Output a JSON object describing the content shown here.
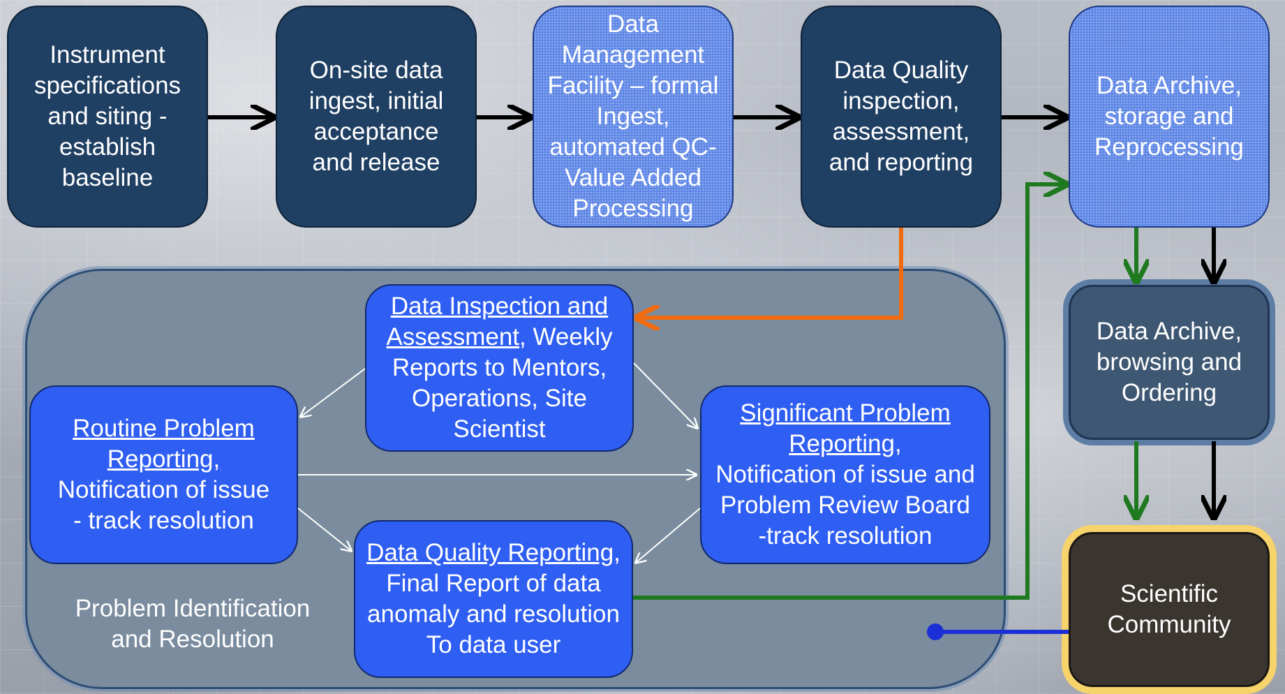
{
  "colors": {
    "navy": "#1f3f63",
    "light_blue": "#5f87e6",
    "bright_blue": "#2f5ef2",
    "panel": "#7a8c9e",
    "slate": "#3e5772",
    "community": "#3b3530",
    "highlight": "#f7d36c",
    "arrow_black": "#000000",
    "arrow_orange": "#f06a10",
    "arrow_green": "#1f7a1f",
    "arrow_blue": "#1a2fd6",
    "arrow_white": "#ffffff"
  },
  "top_row": {
    "instrument": [
      "Instrument",
      "specifications",
      "and siting -",
      "establish",
      "baseline"
    ],
    "onsite": [
      "On-site data",
      "ingest, initial",
      "acceptance",
      "and release"
    ],
    "dmf": [
      "Data",
      "Management",
      "Facility – formal",
      "Ingest,",
      "automated QC-",
      "Value Added",
      "Processing"
    ],
    "dq": [
      "Data Quality",
      "inspection,",
      "assessment,",
      "and reporting"
    ],
    "archive": [
      "Data Archive,",
      "storage and",
      "Reprocessing"
    ]
  },
  "panel": {
    "label": [
      "Problem Identification",
      "and Resolution"
    ],
    "inspection": {
      "title1": "Data Inspection and",
      "title2": "Assessment",
      "rest1": ", Weekly",
      "rest2": "Reports to Mentors,",
      "rest3": "Operations, Site",
      "rest4": "Scientist"
    },
    "routine": {
      "title1": "Routine Problem",
      "title2": "Reporting,",
      "rest1": "Notification of issue",
      "rest2": "- track resolution"
    },
    "significant": {
      "title1": "Significant Problem",
      "title2": "Reporting",
      "comma": ",",
      "rest1": "Notification of issue and",
      "rest2": "Problem Review Board",
      "rest3": "-track resolution"
    },
    "dq_reporting": {
      "title": "Data Quality Reporting",
      "comma": ",",
      "rest1": "Final Report of data",
      "rest2": "anomaly and resolution",
      "rest3": "To data user"
    }
  },
  "browse": [
    "Data Archive,",
    "browsing and",
    "Ordering"
  ],
  "community": [
    "Scientific",
    "Community"
  ]
}
